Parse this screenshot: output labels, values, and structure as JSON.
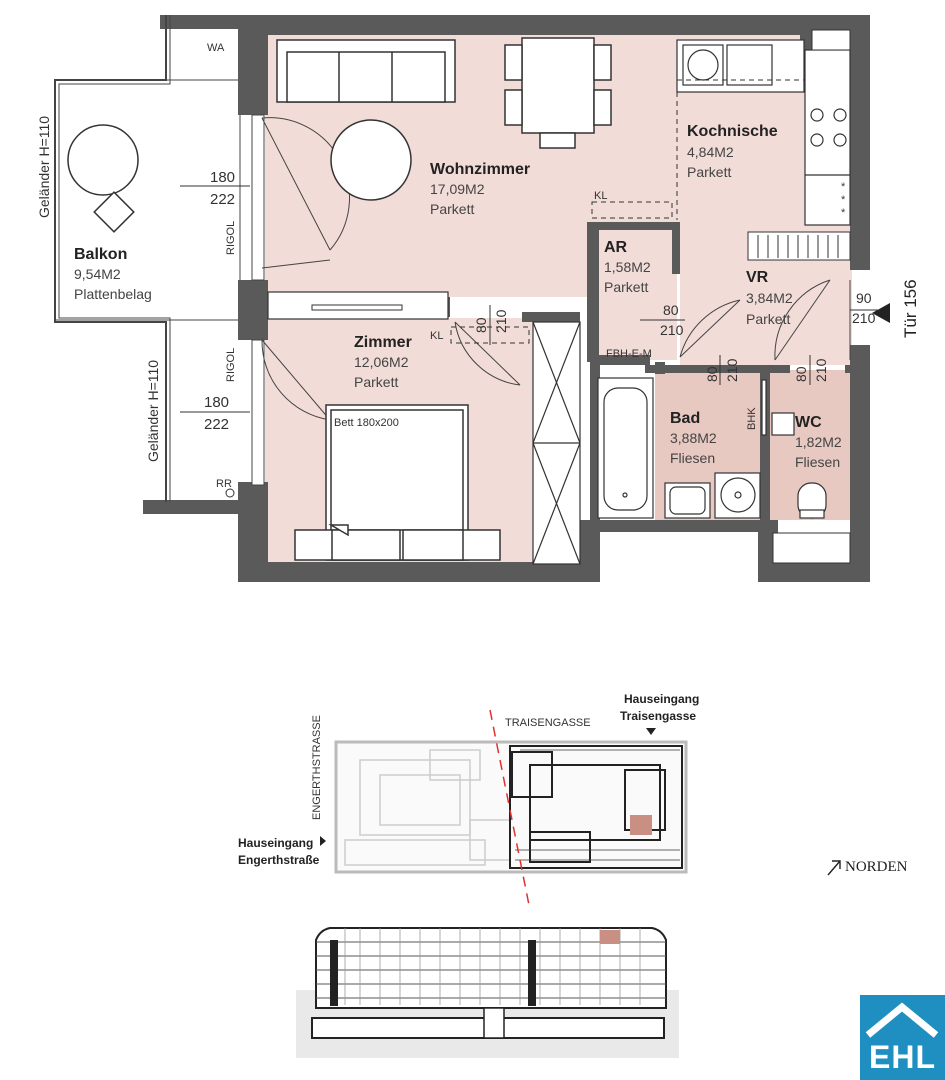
{
  "rooms": {
    "wohnzimmer": {
      "name": "Wohnzimmer",
      "area": "17,09M2",
      "floor": "Parkett"
    },
    "kochnische": {
      "name": "Kochnische",
      "area": "4,84M2",
      "floor": "Parkett"
    },
    "zimmer": {
      "name": "Zimmer",
      "area": "12,06M2",
      "floor": "Parkett"
    },
    "balkon": {
      "name": "Balkon",
      "area": "9,54M2",
      "floor": "Plattenbelag"
    },
    "ar": {
      "name": "AR",
      "area": "1,58M2",
      "floor": "Parkett"
    },
    "vr": {
      "name": "VR",
      "area": "3,84M2",
      "floor": "Parkett"
    },
    "bad": {
      "name": "Bad",
      "area": "3,88M2",
      "floor": "Fliesen"
    },
    "wc": {
      "name": "WC",
      "area": "1,82M2",
      "floor": "Fliesen"
    }
  },
  "labels": {
    "wa": "WA",
    "kl1": "KL",
    "kl2": "KL",
    "rigol1": "RIGOL",
    "rigol2": "RIGOL",
    "rr": "RR",
    "bhk": "BHK",
    "fbh": "FBH-E-M",
    "bett": "Bett 180x200",
    "gelaender1": "Geländer H=110",
    "gelaender2": "Geländer H=110",
    "tuer": "Tür 156"
  },
  "dims": {
    "balkon_door1_w": "180",
    "balkon_door1_h": "222",
    "balkon_door2_w": "180",
    "balkon_door2_h": "222",
    "zimmer_door_w": "80",
    "zimmer_door_h": "210",
    "ar_door_w": "80",
    "ar_door_h": "210",
    "bad_door_w": "80",
    "bad_door_h": "210",
    "wc_door_w": "80",
    "wc_door_h": "210",
    "entry_door_w": "90",
    "entry_door_h": "210"
  },
  "siteplan": {
    "street_top": "TRAISENGASSE",
    "street_left": "ENGERTHSTRASSE",
    "entrance_top_line1": "Hauseingang",
    "entrance_top_line2": "Traisengasse",
    "entrance_left_line1": "Hauseingang",
    "entrance_left_line2": "Engerthstraße",
    "north": "NORDEN"
  },
  "logo": {
    "text": "EHL",
    "color": "#1e8fc0"
  },
  "colors": {
    "wall": "#5a5a5a",
    "room_fill": "#f2dcd8",
    "wet_fill": "#e8c9c2",
    "highlight": "#c98f82"
  }
}
